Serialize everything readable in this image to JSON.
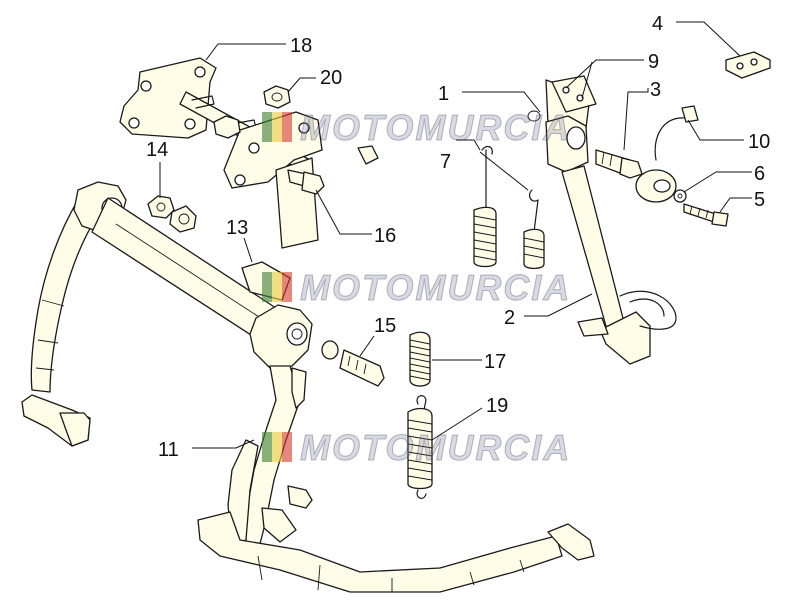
{
  "diagram": {
    "watermark": {
      "text": "MOTOMURCIA",
      "colors": [
        "#3b7d2f",
        "#e8c93a",
        "#d33a2c"
      ]
    },
    "callouts": [
      {
        "id": "c1",
        "label": "1"
      },
      {
        "id": "c2",
        "label": "2"
      },
      {
        "id": "c3",
        "label": "3"
      },
      {
        "id": "c4",
        "label": "4"
      },
      {
        "id": "c5",
        "label": "5"
      },
      {
        "id": "c6",
        "label": "6"
      },
      {
        "id": "c7",
        "label": "7"
      },
      {
        "id": "c9",
        "label": "9"
      },
      {
        "id": "c10",
        "label": "10"
      },
      {
        "id": "c11",
        "label": "11"
      },
      {
        "id": "c13",
        "label": "13"
      },
      {
        "id": "c14",
        "label": "14"
      },
      {
        "id": "c15",
        "label": "15"
      },
      {
        "id": "c16",
        "label": "16"
      },
      {
        "id": "c17",
        "label": "17"
      },
      {
        "id": "c18",
        "label": "18"
      },
      {
        "id": "c19",
        "label": "19"
      },
      {
        "id": "c20",
        "label": "20"
      }
    ]
  }
}
